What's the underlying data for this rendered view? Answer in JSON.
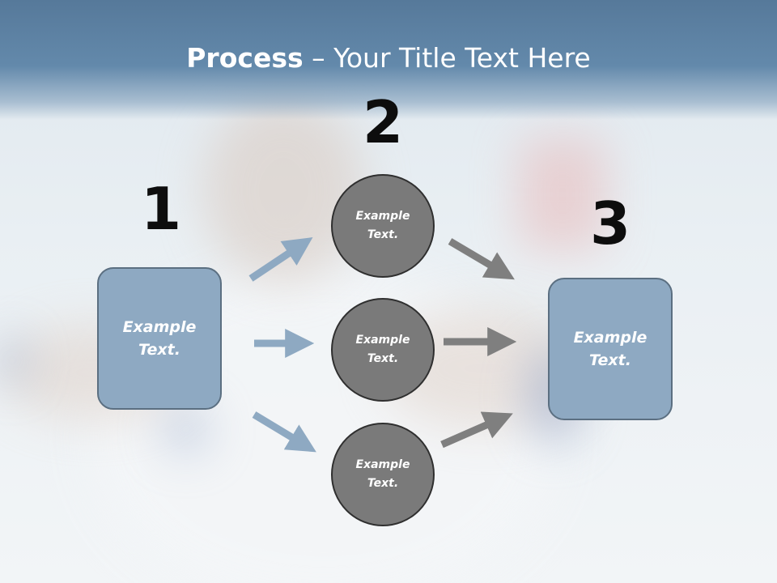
{
  "title": {
    "bold": "Process",
    "rest": " – Your Title Text Here"
  },
  "steps": [
    "1",
    "2",
    "3"
  ],
  "boxes": {
    "left": "Example Text.",
    "right": "Example Text."
  },
  "circles": [
    "Example Text.",
    "Example Text.",
    "Example Text."
  ],
  "colors": {
    "title_bar": "#6389ab",
    "box_fill": "#8ea9c2",
    "circle_fill": "#7a7a7a",
    "blue_arrow": "#8ea9c2",
    "gray_arrow": "#7f7f7f"
  }
}
